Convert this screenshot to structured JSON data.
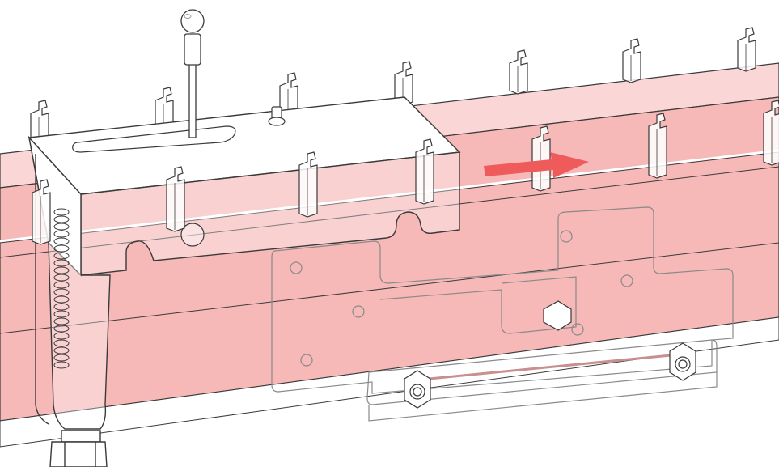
{
  "colors": {
    "background": "#ffffff",
    "rail_fill": "#f7b8b8",
    "rail_fill_light": "#fbd6d6",
    "outline": "#3a3a3a",
    "ghost_outline": "#8a8a8a",
    "arrow": "#ef5a5a"
  },
  "diagram": {
    "direction_arrow": {
      "meaning": "motion-direction",
      "direction": "right"
    },
    "part_counts": {
      "top_clips": 7,
      "front_clips": 7,
      "mounting_holes": 6,
      "nuts": 2
    }
  }
}
